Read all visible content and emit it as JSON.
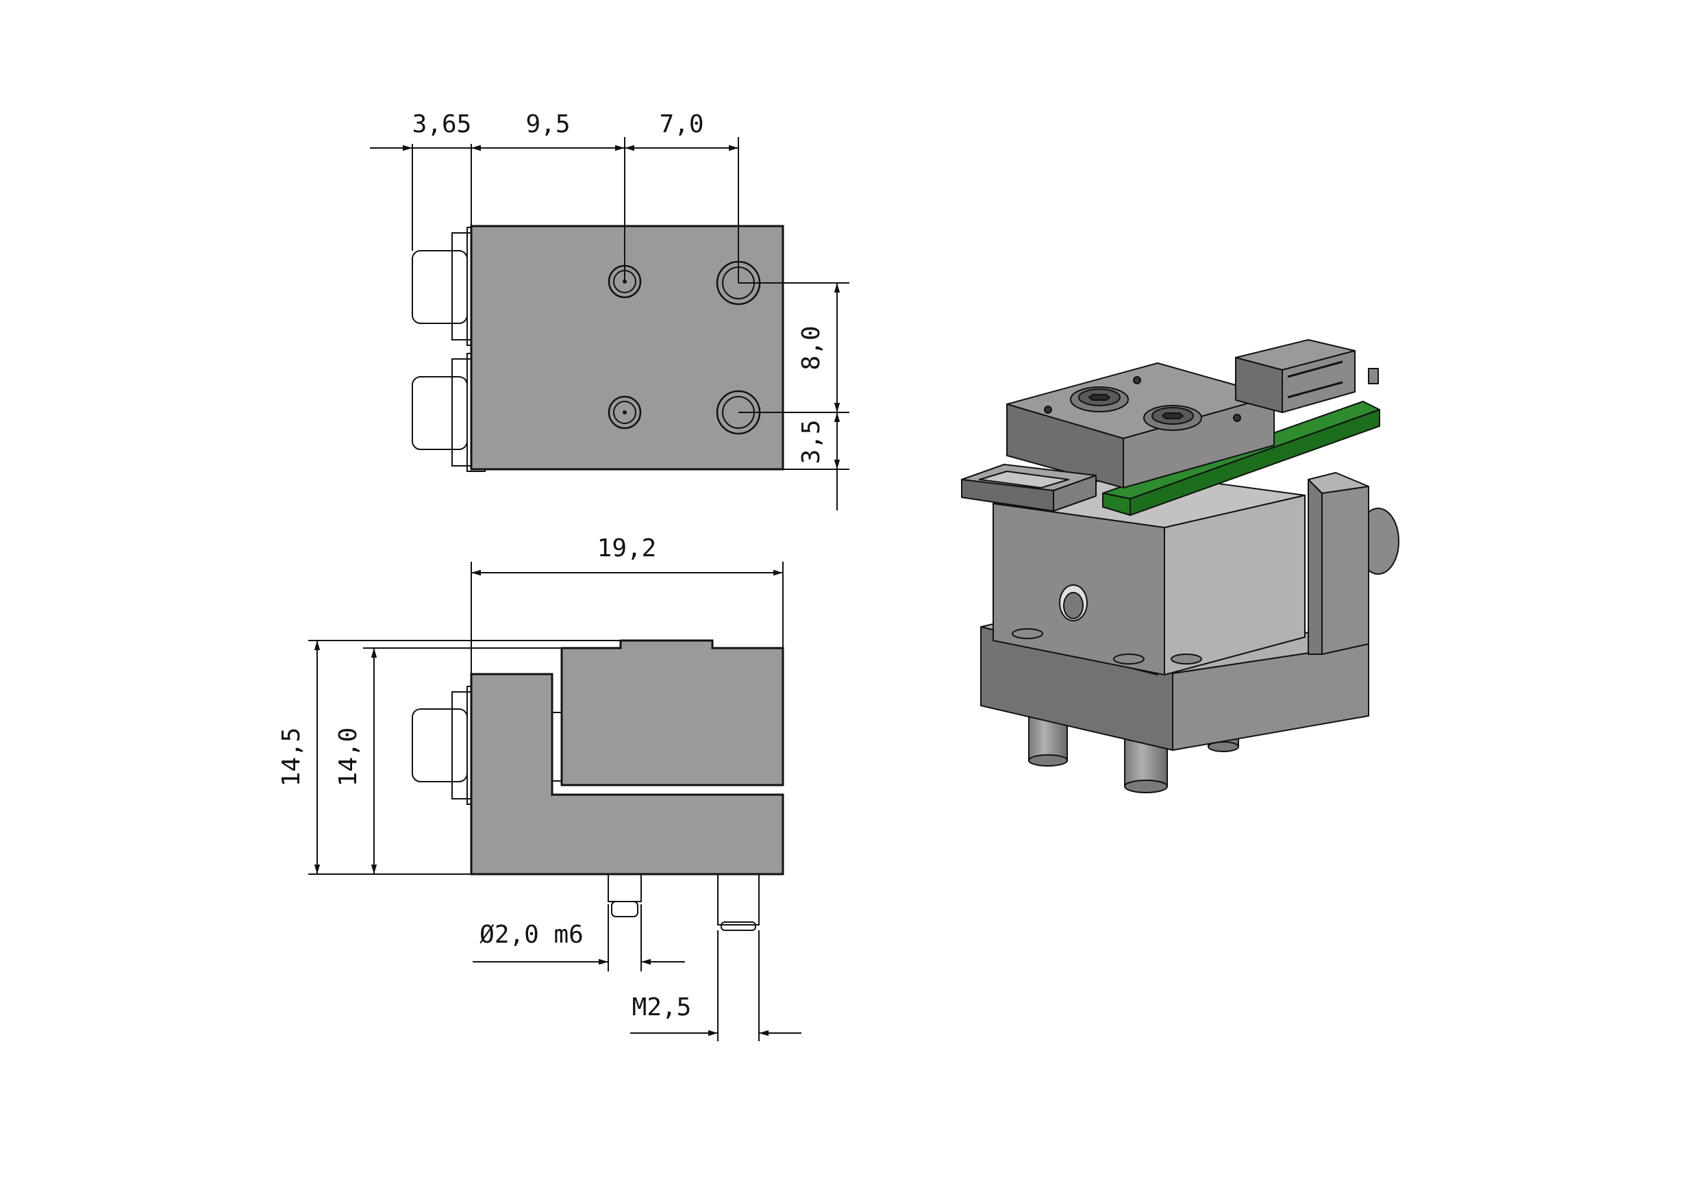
{
  "dimensions": {
    "d_3_65": "3,65",
    "d_9_5": "9,5",
    "d_7_0": "7,0",
    "d_8_0": "8,0",
    "d_3_5": "3,5",
    "d_19_2": "19,2",
    "d_14_5": "14,5",
    "d_14_0": "14,0",
    "d_dia": "Ø2,0 m6",
    "d_m25": "M2,5"
  },
  "colors": {
    "body_gray": "#9a9a9a",
    "pin_gray": "#8c8c8c",
    "pcb_green": "#2e8b2e",
    "dark_gray": "#555555",
    "light_gray": "#c4c4c4"
  }
}
